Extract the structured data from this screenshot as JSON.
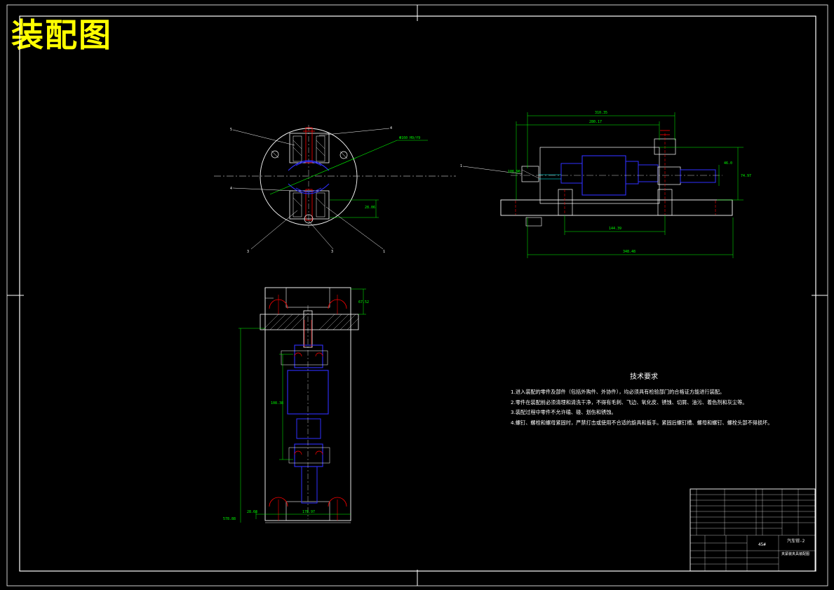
{
  "drawing": {
    "title": "装配图",
    "colors": {
      "frame": "#ffffff",
      "title": "#ffff00",
      "dimension": "#00ff00",
      "hidden": "#ff0000",
      "part": "#3030ff",
      "center": "#00ffff"
    }
  },
  "dimensions": {
    "top_total": "310.35",
    "top_inner": "280.17",
    "right_height": "74.97",
    "right_inner": "46.0",
    "left_small": "106.96",
    "bottom_mid": "144.39",
    "bottom_total": "348.48",
    "circle_fit": "Φ160 H9/f9",
    "circle_small": "28.06",
    "front_top": "67.52",
    "front_mid": "108.38",
    "front_bottom": "178.97",
    "front_left": "578.88",
    "front_small": "28.68"
  },
  "leaders": {
    "top_left": "5",
    "top_right": "4",
    "mid_left": "4",
    "bottom_left": "3",
    "bottom_mid": "3",
    "bottom_right": "1",
    "side_left": "1"
  },
  "tech_requirements": {
    "title": "技术要求",
    "items": [
      "1.进入装配的零件及部件（包括外购件、外协件），均必须具有检验部门的合格证方能进行装配。",
      "2.零件在装配前必须清理和清洗干净，不得有毛刺、飞边、氧化皮、锈蚀、切屑、油污、着色剂和灰尘等。",
      "3.装配过程中零件不允许磕、碰、划伤和锈蚀。",
      "4.螺钉、螺栓和螺母紧固时，严禁打击或使用不合适的旋具和扳手。紧固后螺钉槽、螺母和螺钉、螺栓头部不得损坏。"
    ]
  },
  "title_block": {
    "drawing_no": "汽车钳-2",
    "name": "夹紧装夹具装配图",
    "scale_cell": "45#"
  }
}
